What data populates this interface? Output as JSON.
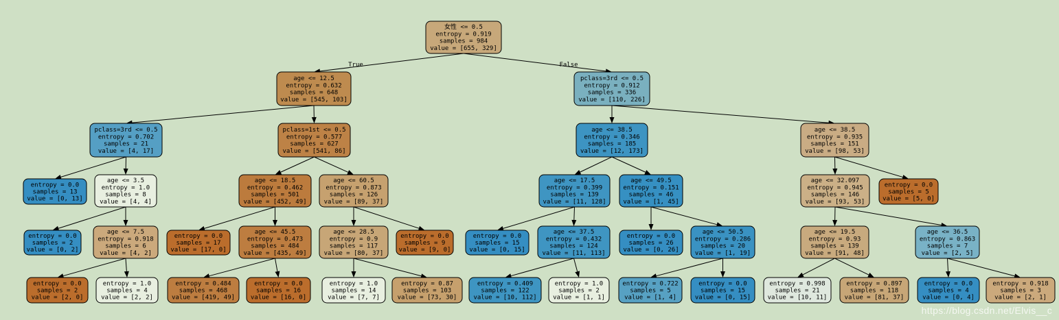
{
  "tree": {
    "nodes": [
      {
        "id": "n0",
        "lines": [
          "女性 <= 0.5",
          "entropy = 0.919",
          "samples = 984",
          "value = [655, 329]"
        ],
        "color": "#c7a87a"
      },
      {
        "id": "n1",
        "lines": [
          "age <= 12.5",
          "entropy = 0.632",
          "samples = 648",
          "value = [545, 103]"
        ],
        "color": "#be8b4f"
      },
      {
        "id": "n2",
        "lines": [
          "pclass=3rd <= 0.5",
          "entropy = 0.912",
          "samples = 336",
          "value = [110, 226]"
        ],
        "color": "#7ab0bf"
      },
      {
        "id": "n3",
        "lines": [
          "pclass=3rd <= 0.5",
          "entropy = 0.702",
          "samples = 21",
          "value = [4, 17]"
        ],
        "color": "#559fc4"
      },
      {
        "id": "n4",
        "lines": [
          "pclass=1st <= 0.5",
          "entropy = 0.577",
          "samples = 627",
          "value = [541, 86]"
        ],
        "color": "#bd8246"
      },
      {
        "id": "n5",
        "lines": [
          "age <= 38.5",
          "entropy = 0.346",
          "samples = 185",
          "value = [12, 173]"
        ],
        "color": "#3d94c2"
      },
      {
        "id": "n6",
        "lines": [
          "age <= 38.5",
          "entropy = 0.935",
          "samples = 151",
          "value = [98, 53]"
        ],
        "color": "#c9ac84"
      },
      {
        "id": "n7",
        "lines": [
          "entropy = 0.0",
          "samples = 13",
          "value = [0, 13]"
        ],
        "color": "#358ec2"
      },
      {
        "id": "n8",
        "lines": [
          "age <= 3.5",
          "entropy = 1.0",
          "samples = 8",
          "value = [4, 4]"
        ],
        "color": "#e8efe0"
      },
      {
        "id": "n9",
        "lines": [
          "age <= 18.5",
          "entropy = 0.462",
          "samples = 501",
          "value = [452, 49]"
        ],
        "color": "#bc7b3d"
      },
      {
        "id": "n10",
        "lines": [
          "age <= 60.5",
          "entropy = 0.873",
          "samples = 126",
          "value = [89, 37]"
        ],
        "color": "#c6a16f"
      },
      {
        "id": "n11",
        "lines": [
          "age <= 17.5",
          "entropy = 0.399",
          "samples = 139",
          "value = [11, 128]"
        ],
        "color": "#3f95c2"
      },
      {
        "id": "n12",
        "lines": [
          "age <= 49.5",
          "entropy = 0.151",
          "samples = 46",
          "value = [1, 45]"
        ],
        "color": "#3690c2"
      },
      {
        "id": "n13",
        "lines": [
          "age <= 32.097",
          "entropy = 0.945",
          "samples = 146",
          "value = [93, 53]"
        ],
        "color": "#cbb087"
      },
      {
        "id": "n14",
        "lines": [
          "entropy = 0.0",
          "samples = 5",
          "value = [5, 0]"
        ],
        "color": "#bb6d2c"
      },
      {
        "id": "n15",
        "lines": [
          "entropy = 0.0",
          "samples = 2",
          "value = [0, 2]"
        ],
        "color": "#358ec2"
      },
      {
        "id": "n16",
        "lines": [
          "age <= 7.5",
          "entropy = 0.918",
          "samples = 6",
          "value = [4, 2]"
        ],
        "color": "#cba97c"
      },
      {
        "id": "n17",
        "lines": [
          "entropy = 0.0",
          "samples = 17",
          "value = [17, 0]"
        ],
        "color": "#bb6d2c"
      },
      {
        "id": "n18",
        "lines": [
          "age <= 45.5",
          "entropy = 0.473",
          "samples = 484",
          "value = [435, 49]"
        ],
        "color": "#bd7d40"
      },
      {
        "id": "n19",
        "lines": [
          "age <= 28.5",
          "entropy = 0.9",
          "samples = 117",
          "value = [80, 37]"
        ],
        "color": "#c7a677"
      },
      {
        "id": "n20",
        "lines": [
          "entropy = 0.0",
          "samples = 9",
          "value = [9, 0]"
        ],
        "color": "#bb6d2c"
      },
      {
        "id": "n21",
        "lines": [
          "entropy = 0.0",
          "samples = 15",
          "value = [0, 15]"
        ],
        "color": "#358ec2"
      },
      {
        "id": "n22",
        "lines": [
          "age <= 37.5",
          "entropy = 0.432",
          "samples = 124",
          "value = [11, 113]"
        ],
        "color": "#3f95c2"
      },
      {
        "id": "n23",
        "lines": [
          "entropy = 0.0",
          "samples = 26",
          "value = [0, 26]"
        ],
        "color": "#358ec2"
      },
      {
        "id": "n24",
        "lines": [
          "age <= 50.5",
          "entropy = 0.286",
          "samples = 20",
          "value = [1, 19]"
        ],
        "color": "#3a92c2"
      },
      {
        "id": "n25",
        "lines": [
          "age <= 19.5",
          "entropy = 0.93",
          "samples = 139",
          "value = [91, 48]"
        ],
        "color": "#c8aa7e"
      },
      {
        "id": "n26",
        "lines": [
          "age <= 36.5",
          "entropy = 0.863",
          "samples = 7",
          "value = [2, 5]"
        ],
        "color": "#79b2c6"
      },
      {
        "id": "n27",
        "lines": [
          "entropy = 0.0",
          "samples = 2",
          "value = [2, 0]"
        ],
        "color": "#bb6d2c"
      },
      {
        "id": "n28",
        "lines": [
          "entropy = 1.0",
          "samples = 4",
          "value = [2, 2]"
        ],
        "color": "#e8efe0"
      },
      {
        "id": "n29",
        "lines": [
          "entropy = 0.484",
          "samples = 468",
          "value = [419, 49]"
        ],
        "color": "#bd7d40"
      },
      {
        "id": "n30",
        "lines": [
          "entropy = 0.0",
          "samples = 16",
          "value = [16, 0]"
        ],
        "color": "#bb6d2c"
      },
      {
        "id": "n31",
        "lines": [
          "entropy = 1.0",
          "samples = 14",
          "value = [7, 7]"
        ],
        "color": "#e8efe0"
      },
      {
        "id": "n32",
        "lines": [
          "entropy = 0.87",
          "samples = 103",
          "value = [73, 30]"
        ],
        "color": "#c6a06d"
      },
      {
        "id": "n33",
        "lines": [
          "entropy = 0.409",
          "samples = 122",
          "value = [10, 112]"
        ],
        "color": "#3e95c2"
      },
      {
        "id": "n34",
        "lines": [
          "entropy = 1.0",
          "samples = 2",
          "value = [1, 1]"
        ],
        "color": "#e8efe0"
      },
      {
        "id": "n35",
        "lines": [
          "entropy = 0.722",
          "samples = 5",
          "value = [1, 4]"
        ],
        "color": "#57a1c3"
      },
      {
        "id": "n36",
        "lines": [
          "entropy = 0.0",
          "samples = 15",
          "value = [0, 15]"
        ],
        "color": "#358ec2"
      },
      {
        "id": "n37",
        "lines": [
          "entropy = 0.998",
          "samples = 21",
          "value = [10, 11]"
        ],
        "color": "#dfe8de"
      },
      {
        "id": "n38",
        "lines": [
          "entropy = 0.897",
          "samples = 118",
          "value = [81, 37]"
        ],
        "color": "#c7a677"
      },
      {
        "id": "n39",
        "lines": [
          "entropy = 0.0",
          "samples = 4",
          "value = [0, 4]"
        ],
        "color": "#358ec2"
      },
      {
        "id": "n40",
        "lines": [
          "entropy = 0.918",
          "samples = 3",
          "value = [2, 1]"
        ],
        "color": "#cba97c"
      }
    ],
    "edges": [
      {
        "from": "n0",
        "to": "n1",
        "label": "True"
      },
      {
        "from": "n0",
        "to": "n2",
        "label": "False"
      },
      {
        "from": "n1",
        "to": "n3",
        "label": ""
      },
      {
        "from": "n1",
        "to": "n4",
        "label": ""
      },
      {
        "from": "n2",
        "to": "n5",
        "label": ""
      },
      {
        "from": "n2",
        "to": "n6",
        "label": ""
      },
      {
        "from": "n3",
        "to": "n7",
        "label": ""
      },
      {
        "from": "n3",
        "to": "n8",
        "label": ""
      },
      {
        "from": "n4",
        "to": "n9",
        "label": ""
      },
      {
        "from": "n4",
        "to": "n10",
        "label": ""
      },
      {
        "from": "n5",
        "to": "n11",
        "label": ""
      },
      {
        "from": "n5",
        "to": "n12",
        "label": ""
      },
      {
        "from": "n6",
        "to": "n13",
        "label": ""
      },
      {
        "from": "n6",
        "to": "n14",
        "label": ""
      },
      {
        "from": "n8",
        "to": "n15",
        "label": ""
      },
      {
        "from": "n8",
        "to": "n16",
        "label": ""
      },
      {
        "from": "n9",
        "to": "n17",
        "label": ""
      },
      {
        "from": "n9",
        "to": "n18",
        "label": ""
      },
      {
        "from": "n10",
        "to": "n19",
        "label": ""
      },
      {
        "from": "n10",
        "to": "n20",
        "label": ""
      },
      {
        "from": "n11",
        "to": "n21",
        "label": ""
      },
      {
        "from": "n11",
        "to": "n22",
        "label": ""
      },
      {
        "from": "n12",
        "to": "n23",
        "label": ""
      },
      {
        "from": "n12",
        "to": "n24",
        "label": ""
      },
      {
        "from": "n13",
        "to": "n25",
        "label": ""
      },
      {
        "from": "n13",
        "to": "n26",
        "label": ""
      },
      {
        "from": "n16",
        "to": "n27",
        "label": ""
      },
      {
        "from": "n16",
        "to": "n28",
        "label": ""
      },
      {
        "from": "n18",
        "to": "n29",
        "label": ""
      },
      {
        "from": "n18",
        "to": "n30",
        "label": ""
      },
      {
        "from": "n19",
        "to": "n31",
        "label": ""
      },
      {
        "from": "n19",
        "to": "n32",
        "label": ""
      },
      {
        "from": "n22",
        "to": "n33",
        "label": ""
      },
      {
        "from": "n22",
        "to": "n34",
        "label": ""
      },
      {
        "from": "n24",
        "to": "n35",
        "label": ""
      },
      {
        "from": "n24",
        "to": "n36",
        "label": ""
      },
      {
        "from": "n26",
        "to": "n39",
        "label": ""
      },
      {
        "from": "n26",
        "to": "n40",
        "label": ""
      },
      {
        "from": "n25",
        "to": "n37",
        "label": ""
      },
      {
        "from": "n25",
        "to": "n38",
        "label": ""
      }
    ]
  },
  "watermark": "https://blog.csdn.net/Elvis__c"
}
